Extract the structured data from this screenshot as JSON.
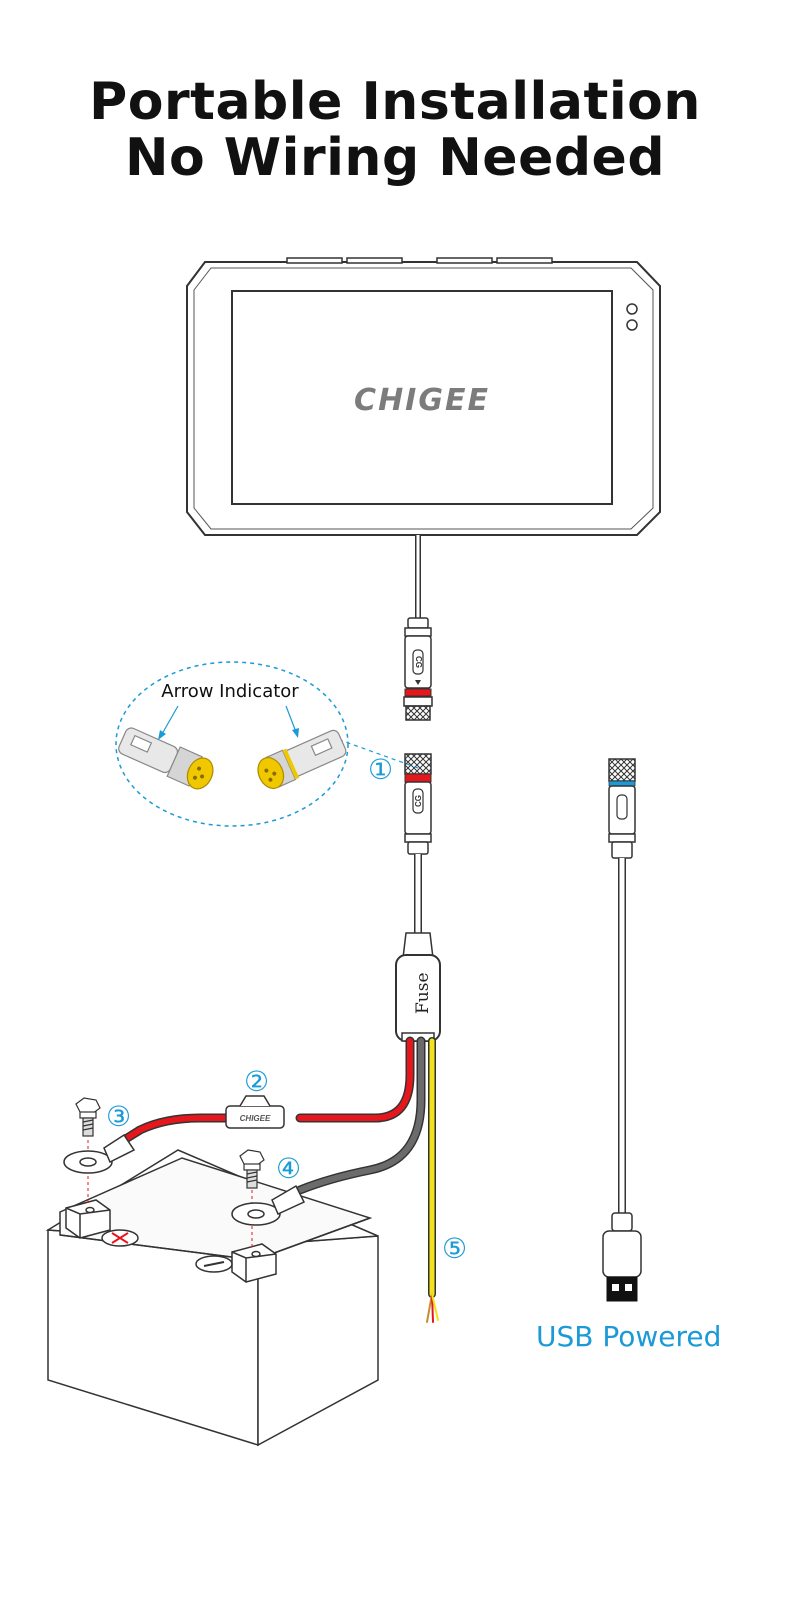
{
  "title": {
    "line1": "Portable Installation",
    "line2": "No Wiring Needed"
  },
  "device": {
    "brand": "CHIGEE"
  },
  "callout": {
    "label": "Arrow Indicator"
  },
  "connector": {
    "mark": "CG"
  },
  "fuse": {
    "label": "Fuse",
    "holder_brand": "CHIGEE"
  },
  "markers": [
    "①",
    "②",
    "③",
    "④",
    "⑤"
  ],
  "usb": {
    "label": "USB Powered"
  },
  "colors": {
    "accent": "#1a9ad6",
    "positive_wire": "#e5161c",
    "ground_wire": "#6b6b6b",
    "signal_wire": "#f2e21b",
    "connector_pins": "#f0c800",
    "outline": "#3a3a3a",
    "text": "#111111"
  }
}
